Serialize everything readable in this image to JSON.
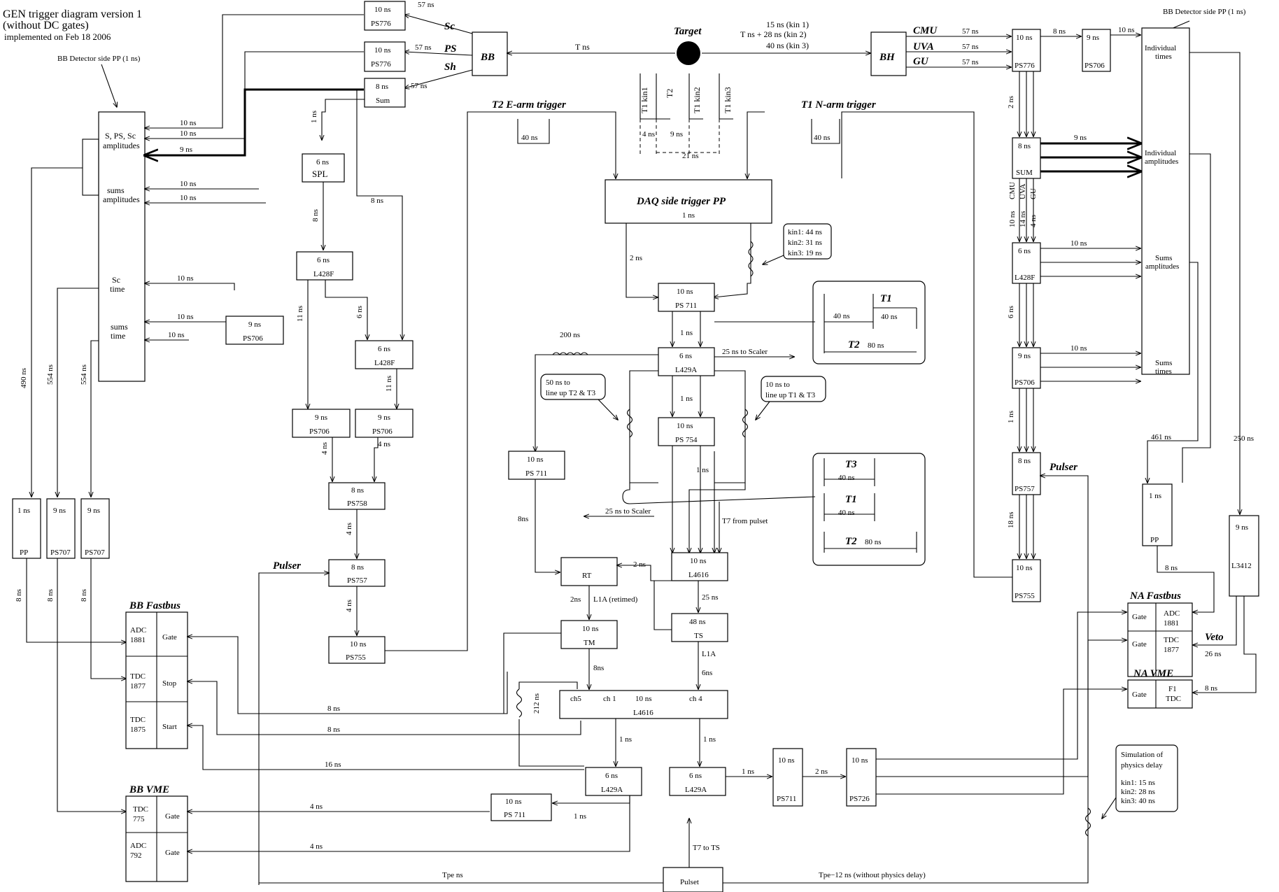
{
  "header": {
    "title_line1": "GEN trigger diagram version 1",
    "title_line2": "(without DC gates)",
    "title_line3": "implemented on Feb 18 2006"
  },
  "labels": {
    "target": "Target",
    "bb": "BB",
    "bh": "BH",
    "sc": "Sc",
    "ps": "PS",
    "sh": "Sh",
    "cmu": "CMU",
    "uva": "UVA",
    "gu": "GU",
    "t_ns": "T ns",
    "kin_delay_1": "15 ns (kin 1)",
    "kin_delay_2": "T ns + 28 ns (kin 2)",
    "kin_delay_3": "40 ns (kin 3)",
    "bb_pp_left": "BB Detector side PP (1 ns)",
    "bb_pp_right": "BB Detector side PP (1 ns)",
    "t2_e_arm": "T2 E-arm trigger",
    "t1_n_arm": "T1 N-arm trigger",
    "daq_title": "DAQ side trigger PP",
    "daq_delay": "1 ns",
    "pulser_left": "Pulser",
    "pulser_right": "Pulser",
    "bb_fastbus": "BB Fastbus",
    "bb_vme": "BB VME",
    "na_fastbus": "NA Fastbus",
    "na_vme": "NA VME",
    "veto": "Veto",
    "t7_to_ts": "T7 to TS",
    "t7_from_pulset": "T7 from pulset",
    "scaler_1": "25 ns to Scaler",
    "scaler_2": "25 ns to Scaler",
    "tpe_ns": "Tpe ns",
    "tpe_minus": "Tpe−12 ns (without physics delay)",
    "l1a_retimed": "L1A (retimed)",
    "l1a": "L1A",
    "note_t2_t3_1": "50 ns to",
    "note_t2_t3_2": "line up T2 & T3",
    "note_t1_t3_1": "10 ns to",
    "note_t1_t3_2": "line up T1 & T3",
    "kin_note_1": "kin1: 44 ns",
    "kin_note_2": "kin2: 31 ns",
    "kin_note_3": "kin3: 19 ns",
    "sim_1": "Simulation of",
    "sim_2": "physics delay",
    "sim_3": "kin1: 15 ns",
    "sim_4": "kin2: 28 ns",
    "sim_5": "kin3: 40 ns",
    "delay_200": "200 ns",
    "delay_212": "212 ns",
    "delay_490": "490 ns",
    "delay_554a": "554 ns",
    "delay_554b": "554 ns"
  },
  "panels": {
    "left_amp": [
      "S, PS, Sc",
      "amplitudes",
      "sums",
      "amplitudes",
      "Sc",
      "time",
      "sums",
      "time"
    ],
    "right_panel": [
      "Individual",
      "times",
      "Individual",
      "amplitudes",
      "Sums",
      "amplitudes",
      "Sums",
      "times"
    ]
  },
  "timing_boxes": {
    "t1": "T1",
    "t2": "T2",
    "t3": "T3",
    "w40": "40 ns",
    "w80": "80 ns"
  },
  "slots": [
    "T1 kin1",
    "T2",
    "T1 kin2",
    "T1 kin3"
  ],
  "slot_gaps": [
    "4 ns",
    "9 ns",
    "21 ns"
  ],
  "modules": {
    "ps776_sc": [
      "10 ns",
      "PS776"
    ],
    "ps776_ps": [
      "10 ns",
      "PS776"
    ],
    "sum_top": [
      "8 ns",
      "Sum"
    ],
    "spl": [
      "6 ns",
      "SPL"
    ],
    "l428f_1": [
      "6 ns",
      "L428F"
    ],
    "l428f_2": [
      "6 ns",
      "L428F"
    ],
    "ps706_left": [
      "9 ns",
      "PS706"
    ],
    "ps706_a": [
      "9 ns",
      "PS706"
    ],
    "ps706_b": [
      "9 ns",
      "PS706"
    ],
    "ps758": [
      "8 ns",
      "PS758"
    ],
    "ps757_left": [
      "8 ns",
      "PS757"
    ],
    "ps755_left": [
      "10 ns",
      "PS755"
    ],
    "pp_left": [
      "1 ns",
      "PP"
    ],
    "ps707_a": [
      "9 ns",
      "PS707"
    ],
    "ps707_b": [
      "9 ns",
      "PS707"
    ],
    "ps711_top": [
      "10 ns",
      "PS 711"
    ],
    "l429a_top": [
      "6 ns",
      "L429A"
    ],
    "ps754": [
      "10 ns",
      "PS 754"
    ],
    "ps711_mid": [
      "10 ns",
      "PS 711"
    ],
    "rt": [
      "RT"
    ],
    "tm": [
      "10 ns",
      "TM"
    ],
    "l4616_top": [
      "10 ns",
      "L4616"
    ],
    "ts": [
      "48 ns",
      "TS"
    ],
    "l4616_big": [
      "ch5",
      "ch 1",
      "10 ns",
      "ch 4",
      "L4616"
    ],
    "l429a_b1": [
      "6 ns",
      "L429A"
    ],
    "l429a_b2": [
      "6 ns",
      "L429A"
    ],
    "ps711_bot": [
      "10 ns",
      "PS 711"
    ],
    "ps711_r": [
      "10 ns",
      "PS711"
    ],
    "ps726": [
      "10 ns",
      "PS726"
    ],
    "pulset": [
      "Pulset"
    ],
    "ps776_r": [
      "10 ns",
      "PS776"
    ],
    "ps706_r_top": [
      "9 ns",
      "PS706"
    ],
    "sum_r": [
      "8 ns",
      "SUM"
    ],
    "l428f_r": [
      "6 ns",
      "L428F"
    ],
    "ps706_r": [
      "9 ns",
      "PS706"
    ],
    "ps757_r": [
      "8 ns",
      "PS757"
    ],
    "ps755_r": [
      "10 ns",
      "PS755"
    ],
    "pp_r": [
      "1 ns",
      "PP"
    ],
    "l3412": [
      "9 ns",
      "L3412"
    ]
  },
  "bb_fastbus_rows": [
    {
      "dev1": "ADC",
      "dev2": "1881",
      "port": "Gate"
    },
    {
      "dev1": "TDC",
      "dev2": "1877",
      "port": "Stop"
    },
    {
      "dev1": "TDC",
      "dev2": "1875",
      "port": "Start"
    }
  ],
  "bb_vme_rows": [
    {
      "dev1": "TDC",
      "dev2": "775",
      "port": "Gate"
    },
    {
      "dev1": "ADC",
      "dev2": "792",
      "port": "Gate"
    }
  ],
  "na_fastbus_rows": [
    {
      "port": "Gate",
      "dev1": "ADC",
      "dev2": "1881"
    },
    {
      "port": "Gate",
      "dev1": "TDC",
      "dev2": "1877"
    }
  ],
  "na_vme_rows": [
    {
      "port": "Gate",
      "dev1": "F1",
      "dev2": "TDC"
    }
  ],
  "delays": {
    "d57": "57 ns",
    "d10": "10 ns",
    "d9": "9 ns",
    "d8": "8 ns",
    "d6": "6 ns",
    "d4": "4 ns",
    "d1": "1 ns",
    "d2": "2 ns",
    "d11": "11 ns",
    "d14": "14 ns",
    "d18": "18 ns",
    "d16": "16 ns",
    "d25": "25 ns",
    "d26": "26 ns",
    "d250": "250 ns",
    "d461": "461 ns",
    "d8ns": "8ns",
    "d2ns": "2ns",
    "d6ns": "6ns"
  },
  "colors": {
    "ink": "#000000",
    "paper": "#ffffff"
  }
}
